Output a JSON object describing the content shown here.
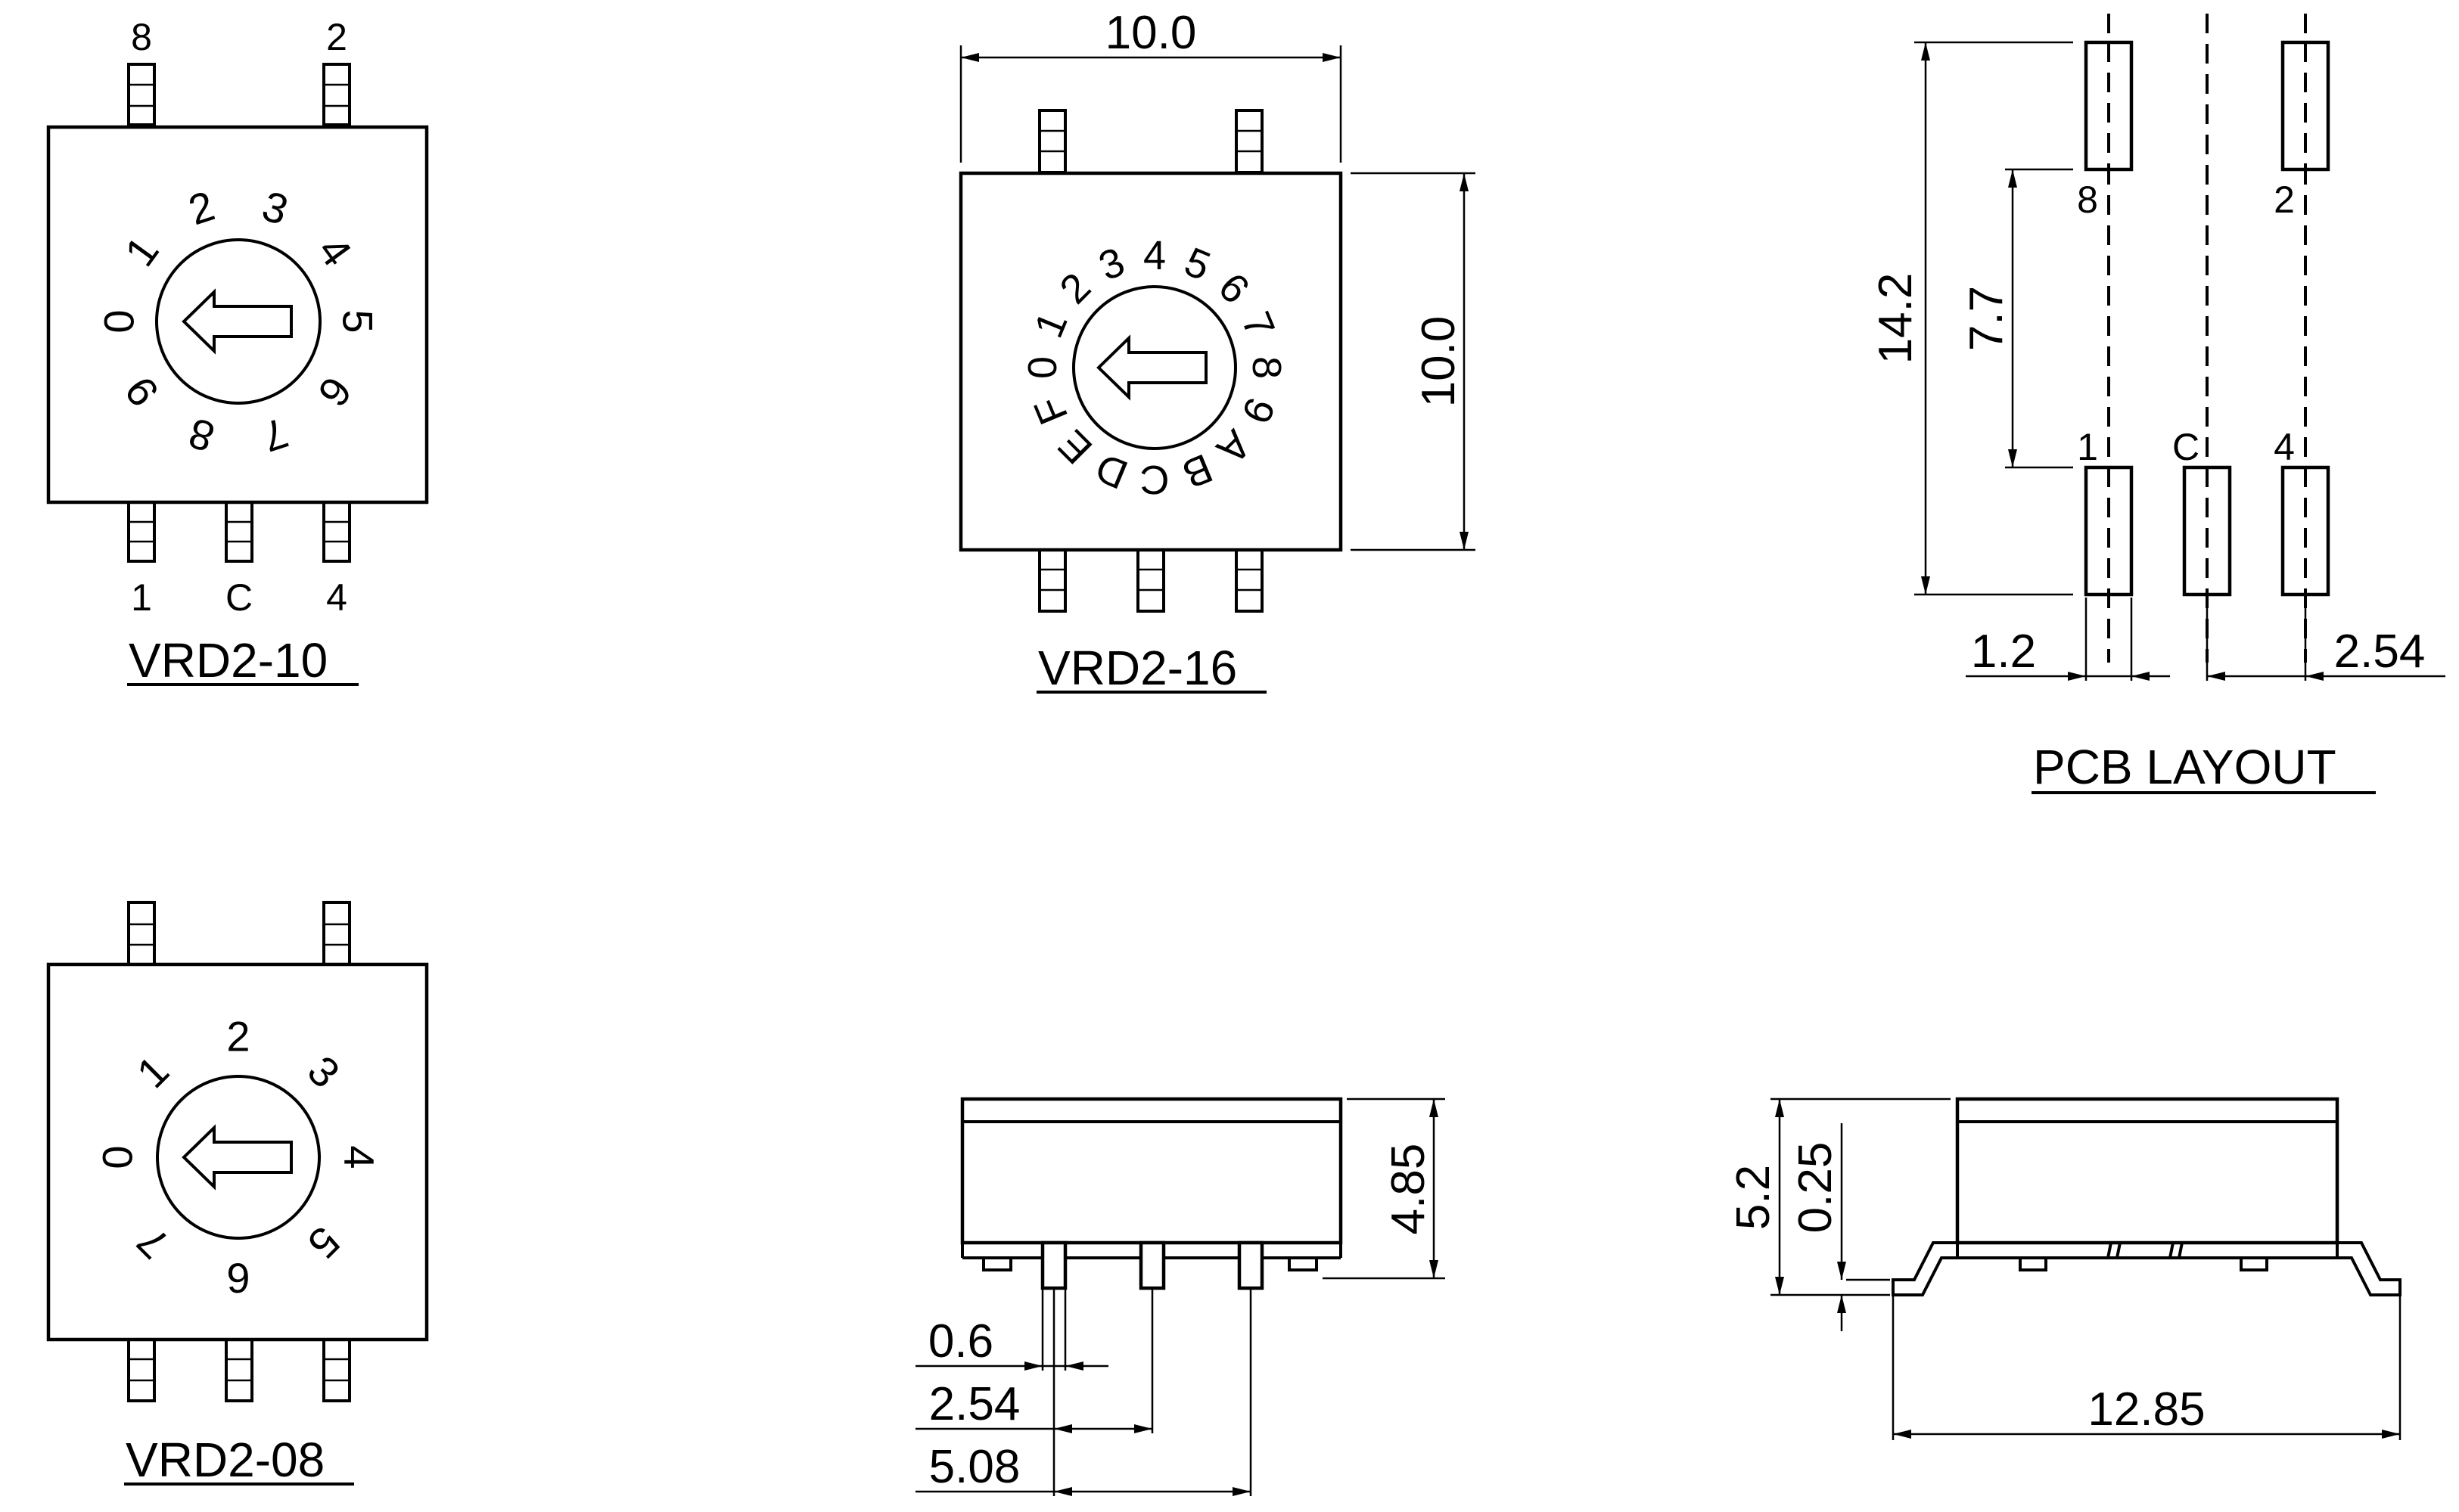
{
  "colors": {
    "line": "#000000",
    "background": "#ffffff"
  },
  "vrd2_10": {
    "title": "VRD2-10",
    "top_pins": [
      "8",
      "2"
    ],
    "bottom_pins": [
      "1",
      "C",
      "4"
    ],
    "dial": [
      "0",
      "1",
      "2",
      "3",
      "4",
      "5",
      "6",
      "7",
      "8",
      "9"
    ],
    "icon": "arrow-left-icon"
  },
  "vrd2_16": {
    "title": "VRD2-16",
    "dial": [
      "0",
      "1",
      "2",
      "3",
      "4",
      "5",
      "6",
      "7",
      "8",
      "9",
      "A",
      "B",
      "C",
      "D",
      "E",
      "F"
    ],
    "width": "10.0",
    "height": "10.0",
    "icon": "arrow-left-icon"
  },
  "vrd2_08": {
    "title": "VRD2-08",
    "dial": [
      "0",
      "1",
      "2",
      "3",
      "4",
      "5",
      "6",
      "7"
    ],
    "icon": "arrow-left-icon"
  },
  "pcb_layout": {
    "title": "PCB LAYOUT",
    "top_pins": [
      "8",
      "2"
    ],
    "bottom_pins": [
      "1",
      "C",
      "4"
    ],
    "height": "14.2",
    "pad_gap": "7.7",
    "pad_width": "1.2",
    "pitch": "2.54"
  },
  "side_view": {
    "height": "4.85",
    "pin_width": "0.6",
    "pitch": "2.54",
    "span": "5.08"
  },
  "end_view": {
    "height": "5.2",
    "standoff": "0.25",
    "width": "12.85"
  }
}
